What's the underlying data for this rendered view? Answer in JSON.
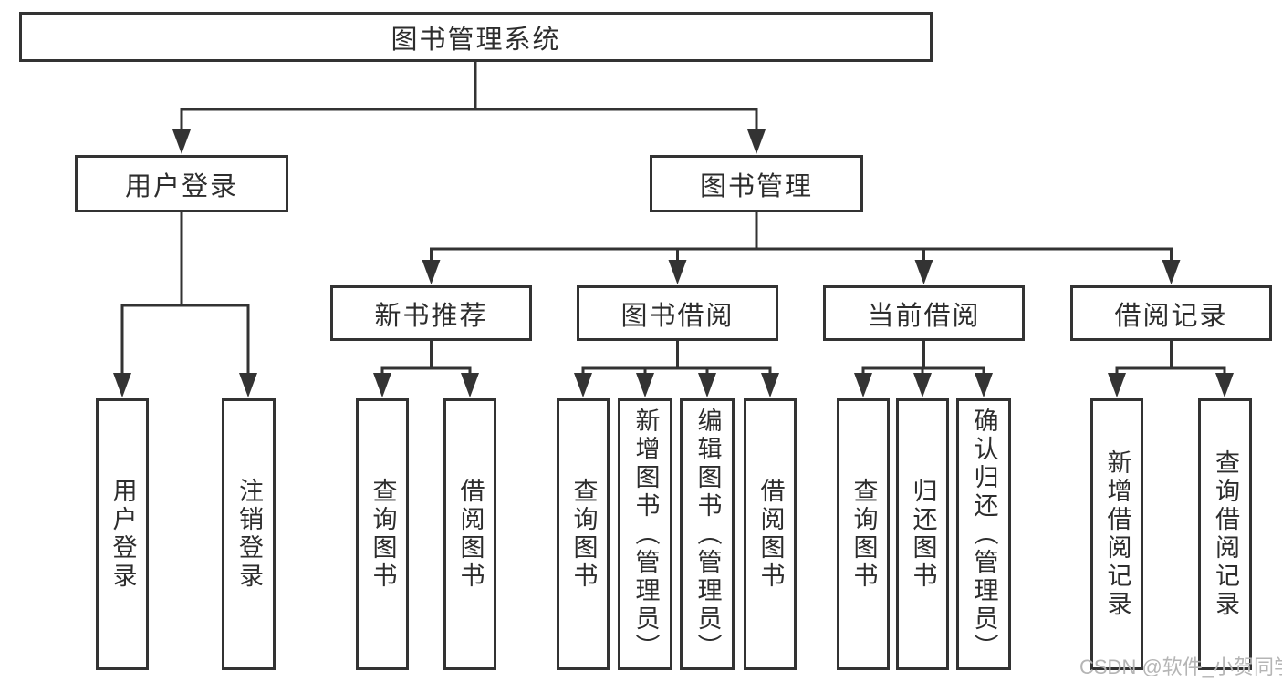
{
  "diagram": {
    "type": "hierarchy-tree",
    "colors": {
      "line": "#333333",
      "text": "#2d2d2d",
      "box_background": "#ffffff",
      "page_background": "#ffffff",
      "watermark": "#b5b5b5"
    },
    "tree": {
      "label": "图书管理系统",
      "children": [
        {
          "label": "用户登录",
          "children": [
            {
              "label": "用户登录"
            },
            {
              "label": "注销登录"
            }
          ]
        },
        {
          "label": "图书管理",
          "children": [
            {
              "label": "新书推荐",
              "children": [
                {
                  "label": "查询图书"
                },
                {
                  "label": "借阅图书"
                }
              ]
            },
            {
              "label": "图书借阅",
              "children": [
                {
                  "label": "查询图书"
                },
                {
                  "label": "新增图书（管理员）"
                },
                {
                  "label": "编辑图书（管理员）"
                },
                {
                  "label": "借阅图书"
                }
              ]
            },
            {
              "label": "当前借阅",
              "children": [
                {
                  "label": "查询图书"
                },
                {
                  "label": "归还图书"
                },
                {
                  "label": "确认归还（管理员）"
                }
              ]
            },
            {
              "label": "借阅记录",
              "children": [
                {
                  "label": "新增借阅记录"
                },
                {
                  "label": "查询借阅记录"
                }
              ]
            }
          ]
        }
      ]
    },
    "watermark": {
      "text": "CSDN @软件_小贺同学"
    }
  }
}
